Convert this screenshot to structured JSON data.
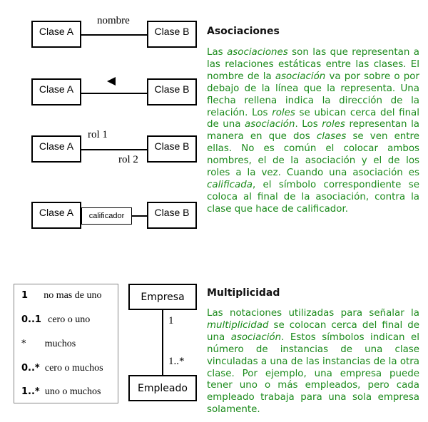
{
  "associations": {
    "heading": "Asociaciones",
    "diagrams": [
      {
        "left_class": "Clase A",
        "right_class": "Clase B",
        "label": "nombre"
      },
      {
        "left_class": "Clase A",
        "right_class": "Clase B",
        "direction_arrow": "filled-left-triangle"
      },
      {
        "left_class": "Clase A",
        "right_class": "Clase B",
        "role1": "rol 1",
        "role2": "rol 2"
      },
      {
        "left_class": "Clase A",
        "right_class": "Clase B",
        "qualifier": "calificador"
      }
    ],
    "paragraph": [
      {
        "t": "Las "
      },
      {
        "t": "asociaciones",
        "i": true
      },
      {
        "t": " son las que representan a las relaciones estáticas entre las clases. El nombre de la "
      },
      {
        "t": "asociación",
        "i": true
      },
      {
        "t": " va por sobre o por debajo de la línea que la representa. Una flecha rellena indica la dirección de la relación. Los "
      },
      {
        "t": "roles",
        "i": true
      },
      {
        "t": " se ubican cerca del final de una "
      },
      {
        "t": "asociación",
        "i": true
      },
      {
        "t": ". Los "
      },
      {
        "t": "roles",
        "i": true
      },
      {
        "t": " representan la manera en que dos "
      },
      {
        "t": "clases",
        "i": true
      },
      {
        "t": " se ven entre ellas. No es común el colocar ambos nombres, el de la asociación y el de los roles a la vez. Cuando una asociación es "
      },
      {
        "t": "calificada",
        "i": true
      },
      {
        "t": ", el símbolo correspondiente se coloca al final de la asociación, contra la clase que hace de calificador."
      }
    ]
  },
  "multiplicity": {
    "heading": "Multiplicidad",
    "legend": [
      {
        "symbol": "1",
        "text": "no mas de uno"
      },
      {
        "symbol": "0..1",
        "text": "cero o uno"
      },
      {
        "symbol": "*",
        "text": "muchos"
      },
      {
        "symbol": "0..*",
        "text": "cero o muchos"
      },
      {
        "symbol": "1..*",
        "text": "uno o muchos"
      }
    ],
    "diagram": {
      "top_class": "Empresa",
      "bottom_class": "Empleado",
      "top_mult": "1",
      "bottom_mult": "1..*"
    },
    "paragraph": [
      {
        "t": "Las notaciones utilizadas para señalar la "
      },
      {
        "t": "multiplicidad",
        "i": true
      },
      {
        "t": " se colocan cerca del final de una "
      },
      {
        "t": "asociación",
        "i": true
      },
      {
        "t": ". Estos símbolos indican el número de instancias de una clase vinculadas a una de las instancias de la otra clase. Por ejemplo, una empresa puede tener uno o más empleados, pero cada empleado trabaja para una sola empresa solamente."
      }
    ]
  }
}
